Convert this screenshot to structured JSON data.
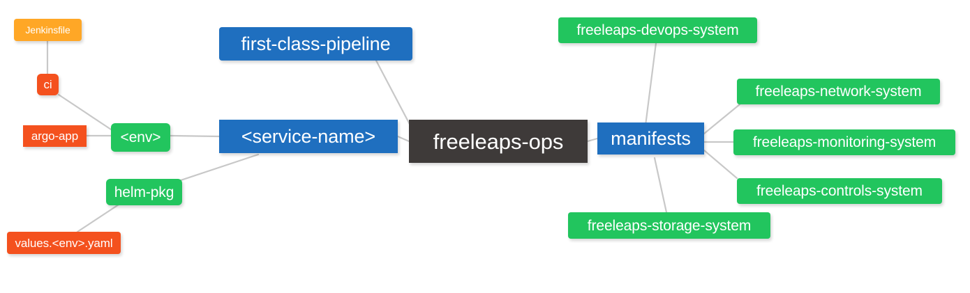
{
  "diagram": {
    "type": "mindmap",
    "title": "freeleaps-ops repository structure",
    "background": "#ffffff",
    "edge_color": "#c8c8c8",
    "palette": {
      "root": "#3e3a39",
      "blue": "#1f6fbf",
      "green": "#22c55e",
      "orange": "#ffa726",
      "red": "#f4511e",
      "text": "#ffffff"
    }
  },
  "nodes": {
    "root": {
      "label": "freeleaps-ops",
      "color": "#3e3a39",
      "level": 0
    },
    "service_name": {
      "label": "<service-name>",
      "color": "#1f6fbf",
      "level": 1
    },
    "manifests": {
      "label": "manifests",
      "color": "#1f6fbf",
      "level": 1
    },
    "first_class_pipeline": {
      "label": "first-class-pipeline",
      "color": "#1f6fbf",
      "level": 2
    },
    "env": {
      "label": "<env>",
      "color": "#22c55e",
      "level": 2
    },
    "helm_pkg": {
      "label": "helm-pkg",
      "color": "#22c55e",
      "level": 2
    },
    "ci": {
      "label": "ci",
      "color": "#f4511e",
      "level": 3
    },
    "argo_app": {
      "label": "argo-app",
      "color": "#f4511e",
      "level": 3
    },
    "jenkinsfile": {
      "label": "Jenkinsfile",
      "color": "#ffa726",
      "level": 4
    },
    "values_yaml": {
      "label": "values.<env>.yaml",
      "color": "#f4511e",
      "level": 3
    },
    "devops_system": {
      "label": "freeleaps-devops-system",
      "color": "#22c55e",
      "level": 2
    },
    "network_system": {
      "label": "freeleaps-network-system",
      "color": "#22c55e",
      "level": 2
    },
    "monitoring_system": {
      "label": "freeleaps-monitoring-system",
      "color": "#22c55e",
      "level": 2
    },
    "controls_system": {
      "label": "freeleaps-controls-system",
      "color": "#22c55e",
      "level": 2
    },
    "storage_system": {
      "label": "freeleaps-storage-system",
      "color": "#22c55e",
      "level": 2
    }
  },
  "edges": [
    {
      "from": "root",
      "to": "service_name"
    },
    {
      "from": "root",
      "to": "manifests"
    },
    {
      "from": "service_name",
      "to": "first_class_pipeline"
    },
    {
      "from": "service_name",
      "to": "env"
    },
    {
      "from": "service_name",
      "to": "helm_pkg"
    },
    {
      "from": "env",
      "to": "ci"
    },
    {
      "from": "env",
      "to": "argo_app"
    },
    {
      "from": "ci",
      "to": "jenkinsfile"
    },
    {
      "from": "helm_pkg",
      "to": "values_yaml"
    },
    {
      "from": "manifests",
      "to": "devops_system"
    },
    {
      "from": "manifests",
      "to": "network_system"
    },
    {
      "from": "manifests",
      "to": "monitoring_system"
    },
    {
      "from": "manifests",
      "to": "controls_system"
    },
    {
      "from": "manifests",
      "to": "storage_system"
    }
  ]
}
